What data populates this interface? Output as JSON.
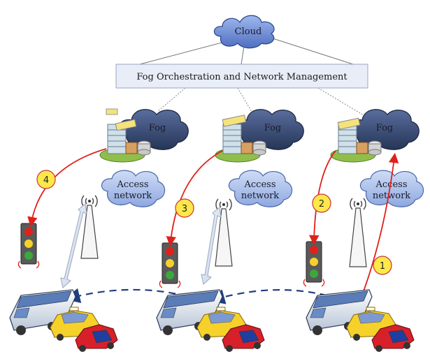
{
  "cloud": {
    "label": "Cloud"
  },
  "orchestration": {
    "label": "Fog Orchestration and Network Management"
  },
  "fog_nodes": [
    {
      "label": "Fog"
    },
    {
      "label": "Fog"
    },
    {
      "label": "Fog"
    }
  ],
  "access_networks": [
    {
      "line1": "Access",
      "line2": "network"
    },
    {
      "line1": "Access",
      "line2": "network"
    },
    {
      "line1": "Access",
      "line2": "network"
    }
  ],
  "steps": [
    "4",
    "3",
    "2",
    "1"
  ],
  "icons": {
    "cloud": "cloud-icon",
    "datacenter": "building-server-icon",
    "tower": "radio-tower-icon",
    "traffic_light": "traffic-light-icon",
    "vehicles": "bus-taxi-car-icon"
  },
  "colors": {
    "cloud_fill": "#6f8fd6",
    "fog_cloud_fill": "#3d4f7a",
    "access_cloud_fill": "#a9bde6",
    "orchestration_fill": "#e8edf7",
    "step_circle": "#ffe84a",
    "red_link": "#e0201a",
    "blue_dashed": "#1f3f7f"
  }
}
